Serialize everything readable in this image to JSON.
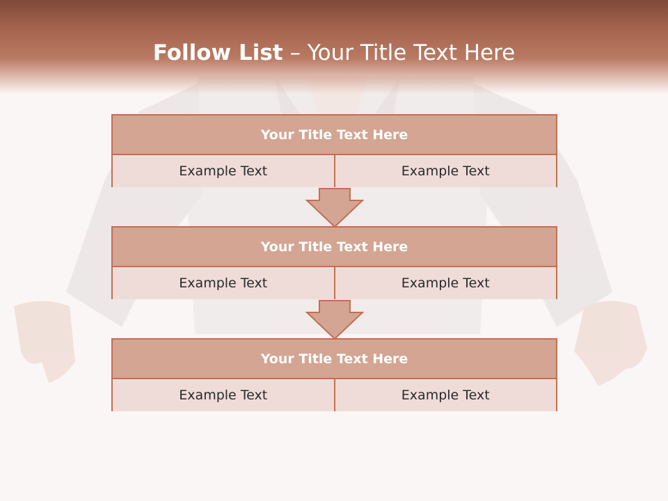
{
  "slide": {
    "title_strong": "Follow List",
    "title_rest": " – Your Title Text Here"
  },
  "cards": [
    {
      "title": "Your Title Text Here",
      "cells": [
        "Example Text",
        "Example Text"
      ]
    },
    {
      "title": "Your Title Text Here",
      "cells": [
        "Example Text",
        "Example Text"
      ]
    },
    {
      "title": "Your Title Text Here",
      "cells": [
        "Example Text",
        "Example Text"
      ]
    }
  ],
  "colors": {
    "header_top": "#7e4a38",
    "header_bottom": "#b97a63",
    "card_title_fill": "#d3a592",
    "card_cell_fill": "#efdcd8",
    "border_accent": "#c16f54"
  }
}
